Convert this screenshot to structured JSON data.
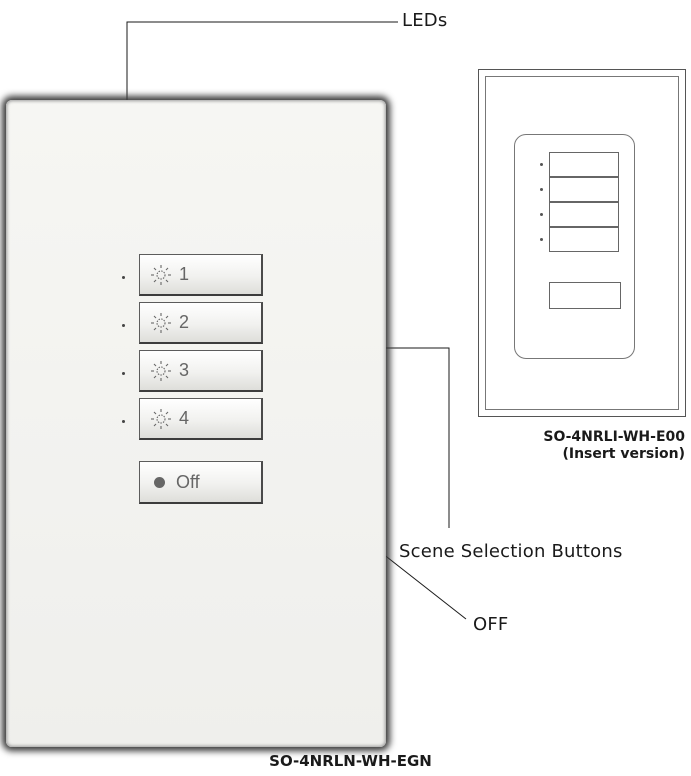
{
  "callouts": {
    "leds": "LEDs",
    "scene_selection_buttons": "Scene Selection Buttons",
    "off": "OFF"
  },
  "main_keypad": {
    "model": "SO-4NRLN-WH-EGN",
    "scene_buttons": [
      {
        "label": "1",
        "icon": "sun-icon"
      },
      {
        "label": "2",
        "icon": "sun-icon"
      },
      {
        "label": "3",
        "icon": "sun-icon"
      },
      {
        "label": "4",
        "icon": "sun-icon"
      }
    ],
    "off_button": {
      "label": "Off",
      "icon": "dot-icon"
    }
  },
  "insert_keypad": {
    "model": "SO-4NRLI-WH-E00",
    "variant": "(Insert version)"
  }
}
